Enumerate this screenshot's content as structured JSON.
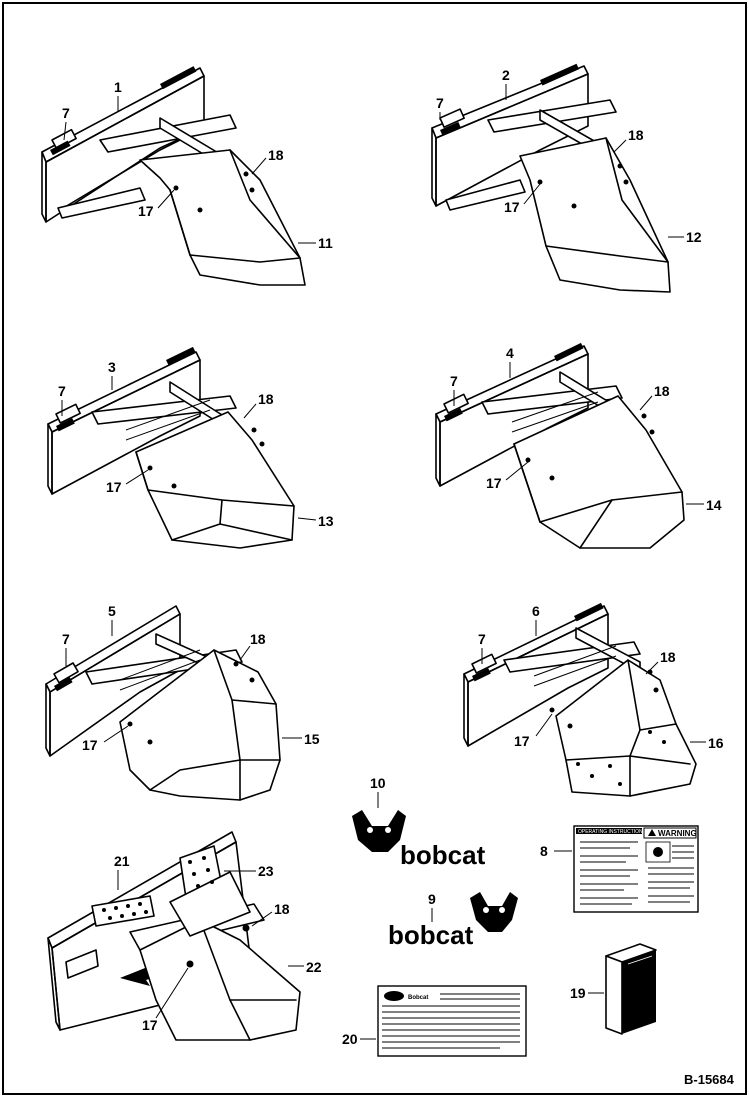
{
  "figure_id": "B-15684",
  "callouts": {
    "c1": "1",
    "c2": "2",
    "c3": "3",
    "c4": "4",
    "c5": "5",
    "c6": "6",
    "c7": "7",
    "c8": "8",
    "c9": "9",
    "c10": "10",
    "c11": "11",
    "c12": "12",
    "c13": "13",
    "c14": "14",
    "c15": "15",
    "c16": "16",
    "c17": "17",
    "c18": "18",
    "c19": "19",
    "c20": "20",
    "c21": "21",
    "c22": "22",
    "c23": "23"
  },
  "decals": {
    "brand": "bobcat",
    "warning_label": "WARNING",
    "operating_title": "OPERATING INSTRUCTIONS",
    "plate_brand": "Bobcat"
  },
  "colors": {
    "ink": "#000000",
    "paper": "#ffffff"
  }
}
